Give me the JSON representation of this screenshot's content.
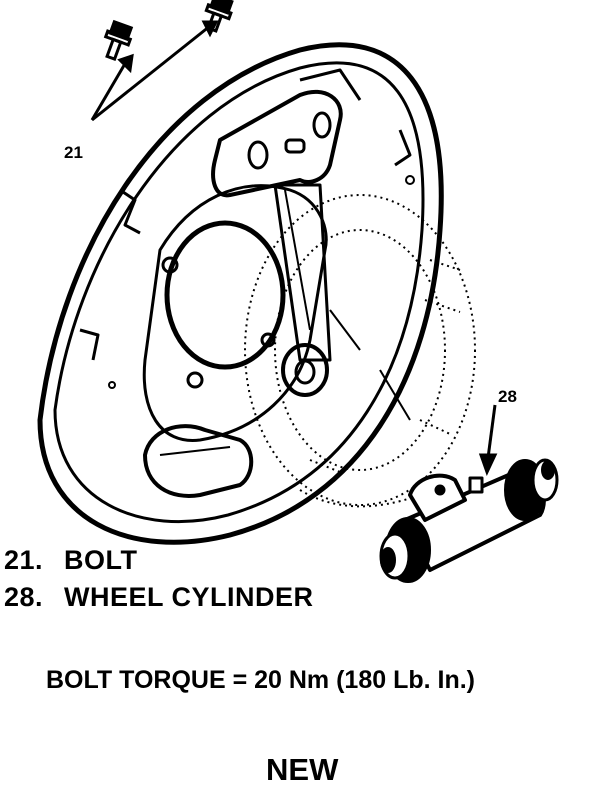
{
  "callouts": {
    "bolt": "21",
    "wheel_cylinder": "28"
  },
  "legend": [
    {
      "number": "21.",
      "name": "BOLT"
    },
    {
      "number": "28.",
      "name": "WHEEL CYLINDER"
    }
  ],
  "torque_spec": "BOLT TORQUE = 20 Nm (180 Lb. In.)",
  "status": "NEW",
  "icons": [
    "bolt-icon",
    "backing-plate-icon",
    "wheel-cylinder-icon"
  ],
  "colors": {
    "ink": "#000000",
    "paper": "#ffffff"
  }
}
